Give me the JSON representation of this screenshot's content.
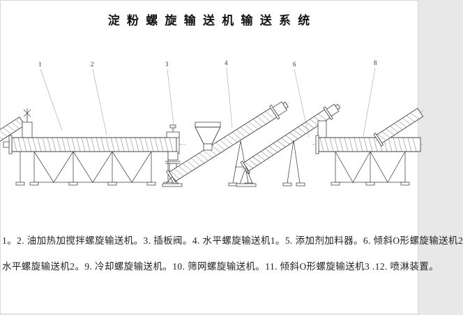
{
  "page": {
    "title": "淀 粉 螺 旋 输 送 机 输 送 系 统"
  },
  "diagram": {
    "description": "starch screw conveyor system assembly drawing",
    "callouts": [
      {
        "label": "1"
      },
      {
        "label": "2"
      },
      {
        "label": "3"
      },
      {
        "label": "4"
      },
      {
        "label": "6"
      },
      {
        "label": "8"
      }
    ]
  },
  "caption": {
    "line1": "1。2. 油加热加搅拌螺旋输送机。3. 插板阀。4. 水平螺旋输送机1。5. 添加剂加料器。6. 倾斜O形螺旋输送机2",
    "line2": "水平螺旋输送机2。9. 冷却螺旋输送机。10. 筛网螺旋输送机。11. 倾斜O形螺旋输送机3 .12. 喷淋装置。"
  },
  "colors": {
    "background": "#ffffff",
    "line_work": "#3f3f3f",
    "text": "#222222"
  }
}
